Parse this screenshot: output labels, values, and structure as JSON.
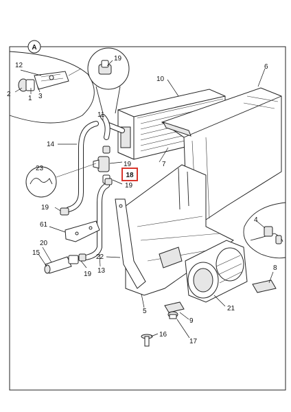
{
  "diagram": {
    "section_marker": "A",
    "highlighted_callout": "18",
    "highlight_color": "#d9342b",
    "callouts": {
      "c1": "1",
      "c2": "2",
      "c3": "3",
      "c4": "4",
      "c5": "5",
      "c6": "6",
      "c7": "7",
      "c8": "8",
      "c9": "9",
      "c10": "10",
      "c11": "11",
      "c12": "12",
      "c13": "13",
      "c14": "14",
      "c15": "15",
      "c16": "16",
      "c17": "17",
      "c18": "18",
      "c19a": "19",
      "c19b": "19",
      "c19c": "19",
      "c19d": "19",
      "c19e": "19",
      "c20": "20",
      "c21": "21",
      "c22": "22",
      "c23": "23",
      "c61": "61"
    }
  }
}
